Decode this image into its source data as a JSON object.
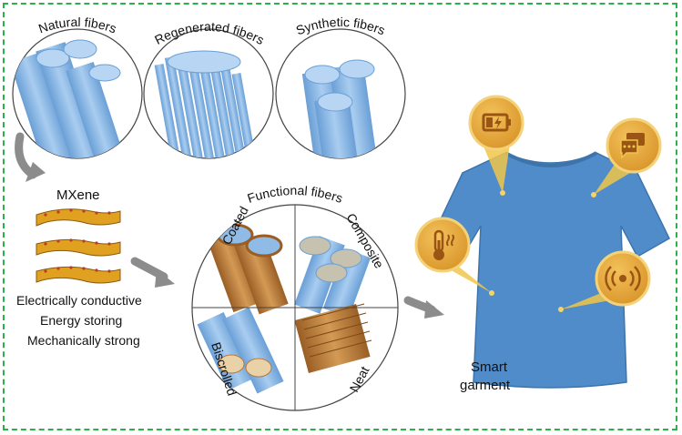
{
  "source_fibers": [
    {
      "label": "Natural fibers"
    },
    {
      "label": "Regenerated fibers"
    },
    {
      "label": "Synthetic fibers"
    }
  ],
  "mxene": {
    "title": "MXene",
    "properties": [
      "Electrically conductive",
      "Energy storing",
      "Mechanically strong"
    ]
  },
  "functional": {
    "title": "Functional fibers",
    "quadrants": [
      "Coated",
      "Composite",
      "Biscrolled",
      "Neat"
    ]
  },
  "garment": {
    "label_line1": "Smart",
    "label_line2": "garment",
    "callout_icons": [
      "battery-charging-icon",
      "chat-bubbles-icon",
      "thermometer-icon",
      "wireless-signal-icon"
    ]
  },
  "colors": {
    "border": "#2bb14a",
    "fiber_blue": "#8fbbe6",
    "coat_brown": "#b9783a",
    "callout_gold": "#e2a43a",
    "garment_blue": "#4f8cc9",
    "arrow_gray": "#8c8c8c"
  }
}
